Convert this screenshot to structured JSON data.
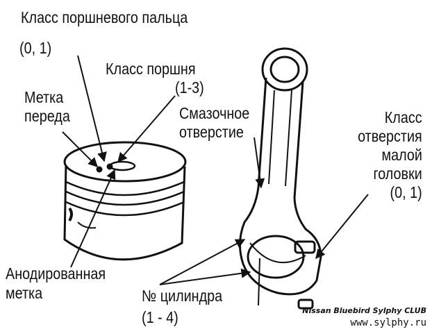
{
  "labels": {
    "pin_class": "Класс поршневого пальца",
    "pin_class_values": "(0, 1)",
    "piston_class": "Класс поршня",
    "piston_class_values": "(1-3)",
    "front_mark_1": "Метка",
    "front_mark_2": "переда",
    "oil_hole_1": "Смазочное",
    "oil_hole_2": "отверстие",
    "small_end_class_1": "Класс",
    "small_end_class_2": "отверстия",
    "small_end_class_3": "малой",
    "small_end_class_4": "головки",
    "small_end_class_values": "(0, 1)",
    "anodized_mark_1": "Анодированная",
    "anodized_mark_2": "метка",
    "cylinder_no": "№ цилиндра",
    "cylinder_no_values": "(1 - 4)"
  },
  "watermark": {
    "club": "Nissan Bluebird Sylphy CLUB",
    "url": "www.sylphy.ru"
  }
}
